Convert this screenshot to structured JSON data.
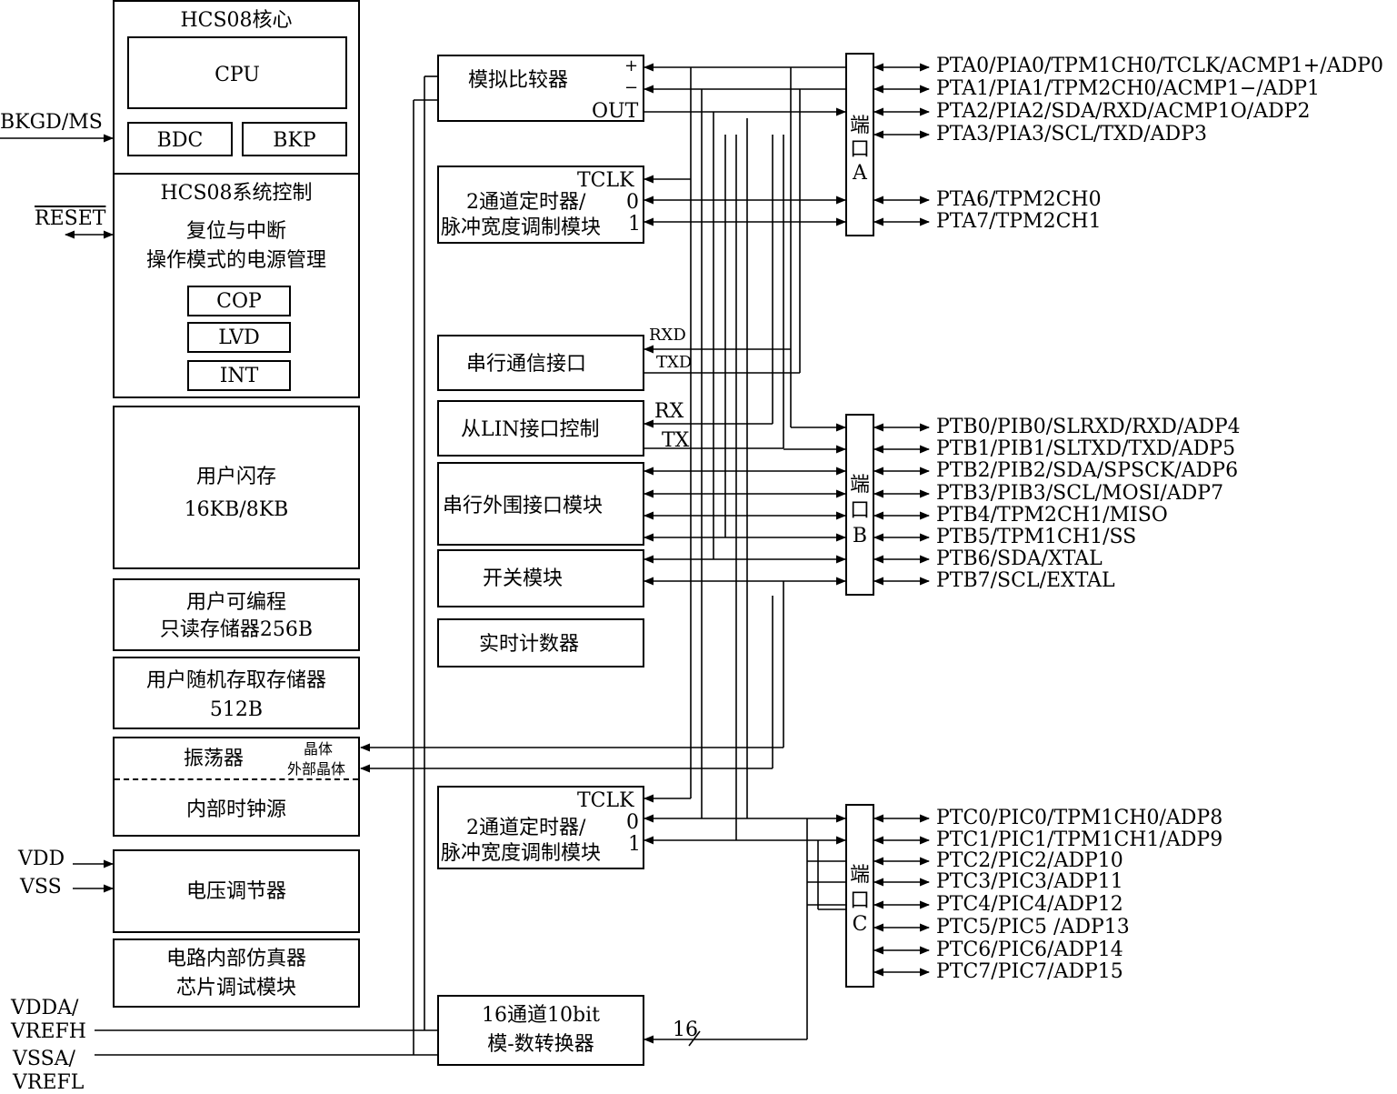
{
  "core": {
    "title": "HCS08核心",
    "cpu": "CPU",
    "bdc": "BDC",
    "bkp": "BKP"
  },
  "sysctl": {
    "title": "HCS08系统控制",
    "line1": "复位与中断",
    "line2": "操作模式的电源管理",
    "cop": "COP",
    "lvd": "LVD",
    "int": "INT"
  },
  "flash": {
    "line1": "用户闪存",
    "line2": "16KB/8KB"
  },
  "eeprom": {
    "line1": "用户可编程",
    "line2": "只读存储器256B"
  },
  "ram": {
    "line1": "用户随机存取存储器",
    "line2": "512B"
  },
  "osc": {
    "top": "振荡器",
    "bottom": "内部时钟源",
    "xtal": "晶体",
    "ext_xtal": "外部晶体"
  },
  "vreg": {
    "label": "电压调节器"
  },
  "ice": {
    "line1": "电路内部仿真器",
    "line2": "芯片调试模块"
  },
  "left_pins": {
    "bkgd": "BKGD/MS",
    "reset": "RESET",
    "vdd": "VDD",
    "vss": "VSS",
    "vdda1": "VDDA/",
    "vdda2": "VREFH",
    "vssa1": "VSSA/",
    "vssa2": "VREFL"
  },
  "acmp": {
    "label": "模拟比较器",
    "plus": "+",
    "minus": "−",
    "out": "OUT"
  },
  "tpm1": {
    "tclk": "TCLK",
    "line1": "2通道定时器/",
    "line2": "脉冲宽度调制模块",
    "ch0": "0",
    "ch1": "1"
  },
  "sci": {
    "label": "串行通信接口",
    "rxd": "RXD",
    "txd": "TXD"
  },
  "slin": {
    "label": "从LIN接口控制",
    "rx": "RX",
    "tx": "TX"
  },
  "spi": {
    "label": "串行外围接口模块"
  },
  "kbi": {
    "label": "开关模块"
  },
  "rtc": {
    "label": "实时计数器"
  },
  "tpm2": {
    "tclk": "TCLK",
    "line1": "2通道定时器/",
    "line2": "脉冲宽度调制模块",
    "ch0": "0",
    "ch1": "1"
  },
  "adc": {
    "line1": "16通道10bit",
    "line2": "模-数转换器",
    "bus": "16"
  },
  "ports": {
    "a": [
      "端",
      "口",
      "A"
    ],
    "b": [
      "端",
      "口",
      "B"
    ],
    "c": [
      "端",
      "口",
      "C"
    ]
  },
  "pins": {
    "pta": [
      "PTA0/PIA0/TPM1CH0/TCLK/ACMP1+/ADP0",
      "PTA1/PIA1/TPM2CH0/ACMP1−/ADP1",
      "PTA2/PIA2/SDA/RXD/ACMP1O/ADP2",
      "PTA3/PIA3/SCL/TXD/ADP3",
      "PTA6/TPM2CH0",
      "PTA7/TPM2CH1"
    ],
    "ptb": [
      "PTB0/PIB0/SLRXD/RXD/ADP4",
      "PTB1/PIB1/SLTXD/TXD/ADP5",
      "PTB2/PIB2/SDA/SPSCK/ADP6",
      "PTB3/PIB3/SCL/MOSI/ADP7",
      "PTB4/TPM2CH1/MISO",
      "PTB5/TPM1CH1/SS",
      "PTB6/SDA/XTAL",
      "PTB7/SCL/EXTAL"
    ],
    "ptc": [
      "PTC0/PIC0/TPM1CH0/ADP8",
      "PTC1/PIC1/TPM1CH1/ADP9",
      "PTC2/PIC2/ADP10",
      "PTC3/PIC3/ADP11",
      "PTC4/PIC4/ADP12",
      "PTC5/PIC5 /ADP13",
      "PTC6/PIC6/ADP14",
      "PTC7/PIC7/ADP15"
    ]
  }
}
